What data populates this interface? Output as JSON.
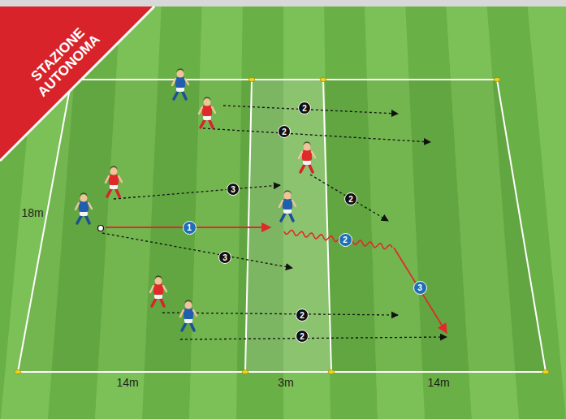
{
  "diagram": {
    "nodes": [
      {
        "text": [
          "STAZIONE AUTONOMA"
        ]
      }
    ],
    "labels": [
      "2",
      "2",
      "3",
      "2",
      "1",
      "2",
      "3",
      "3",
      "2",
      "2",
      "18m",
      "14m",
      "3m",
      "14m"
    ]
  }
}
